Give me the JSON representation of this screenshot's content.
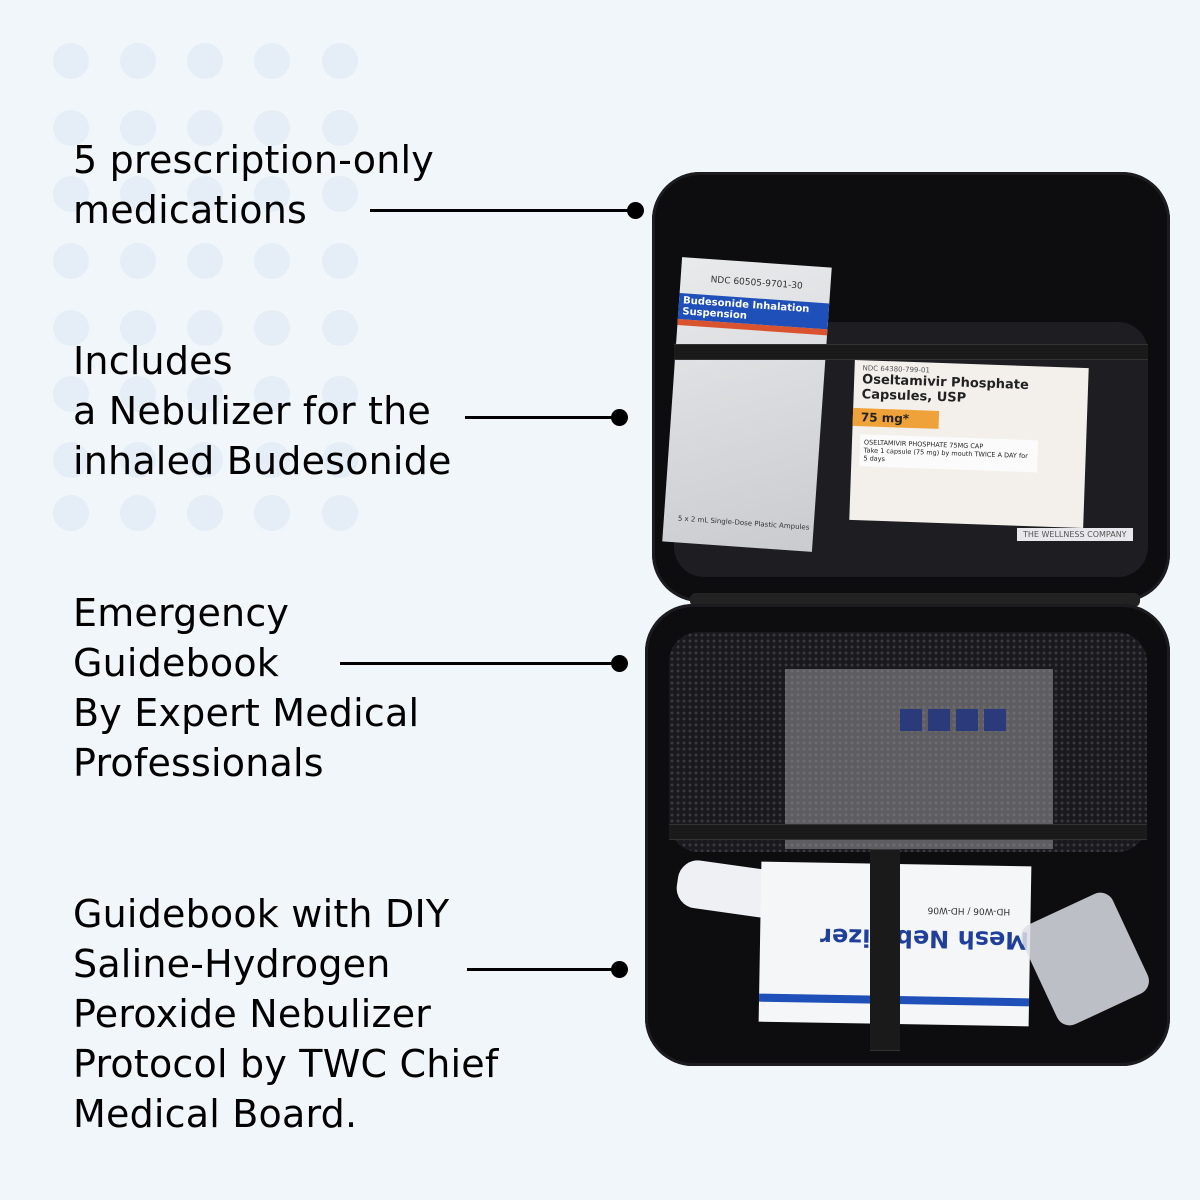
{
  "callouts": [
    {
      "lines": [
        "5 prescription-only",
        "medications"
      ]
    },
    {
      "lines": [
        "Includes",
        "a Nebulizer for the",
        "inhaled Budesonide"
      ]
    },
    {
      "lines": [
        "Emergency",
        "Guidebook",
        "By Expert Medical",
        "Professionals"
      ]
    },
    {
      "lines": [
        "Guidebook with DIY",
        "Saline-Hydrogen",
        "Peroxide Nebulizer",
        "Protocol by TWC Chief",
        "Medical Board."
      ]
    }
  ],
  "product_labels": {
    "pouch_ndc": "NDC 60505-9701-30",
    "pouch_name": "Budesonide Inhalation Suspension",
    "pouch_footer": "5 x 2 mL Single-Dose Plastic Ampules",
    "box_ndc": "NDC 64380-799-01",
    "box_name": "Oseltamivir Phosphate Capsules, USP",
    "box_strength": "75 mg*",
    "rx_label_drug": "OSELTAMIVIR PHOSPHATE 75MG CAP",
    "rx_label_directions": "Take 1 capsule (75 mg) by mouth TWICE A DAY for 5 days",
    "brand": "THE WELLNESS COMPANY",
    "nebulizer_box": "Mesh Nebulizer",
    "nebulizer_model": "HD-W06 / HD-W06"
  },
  "colors": {
    "background": "#f0f6fa",
    "text": "#000000",
    "case": "#0d0d0f",
    "accent_blue": "#1f4fb8",
    "accent_orange": "#f0a23a"
  }
}
